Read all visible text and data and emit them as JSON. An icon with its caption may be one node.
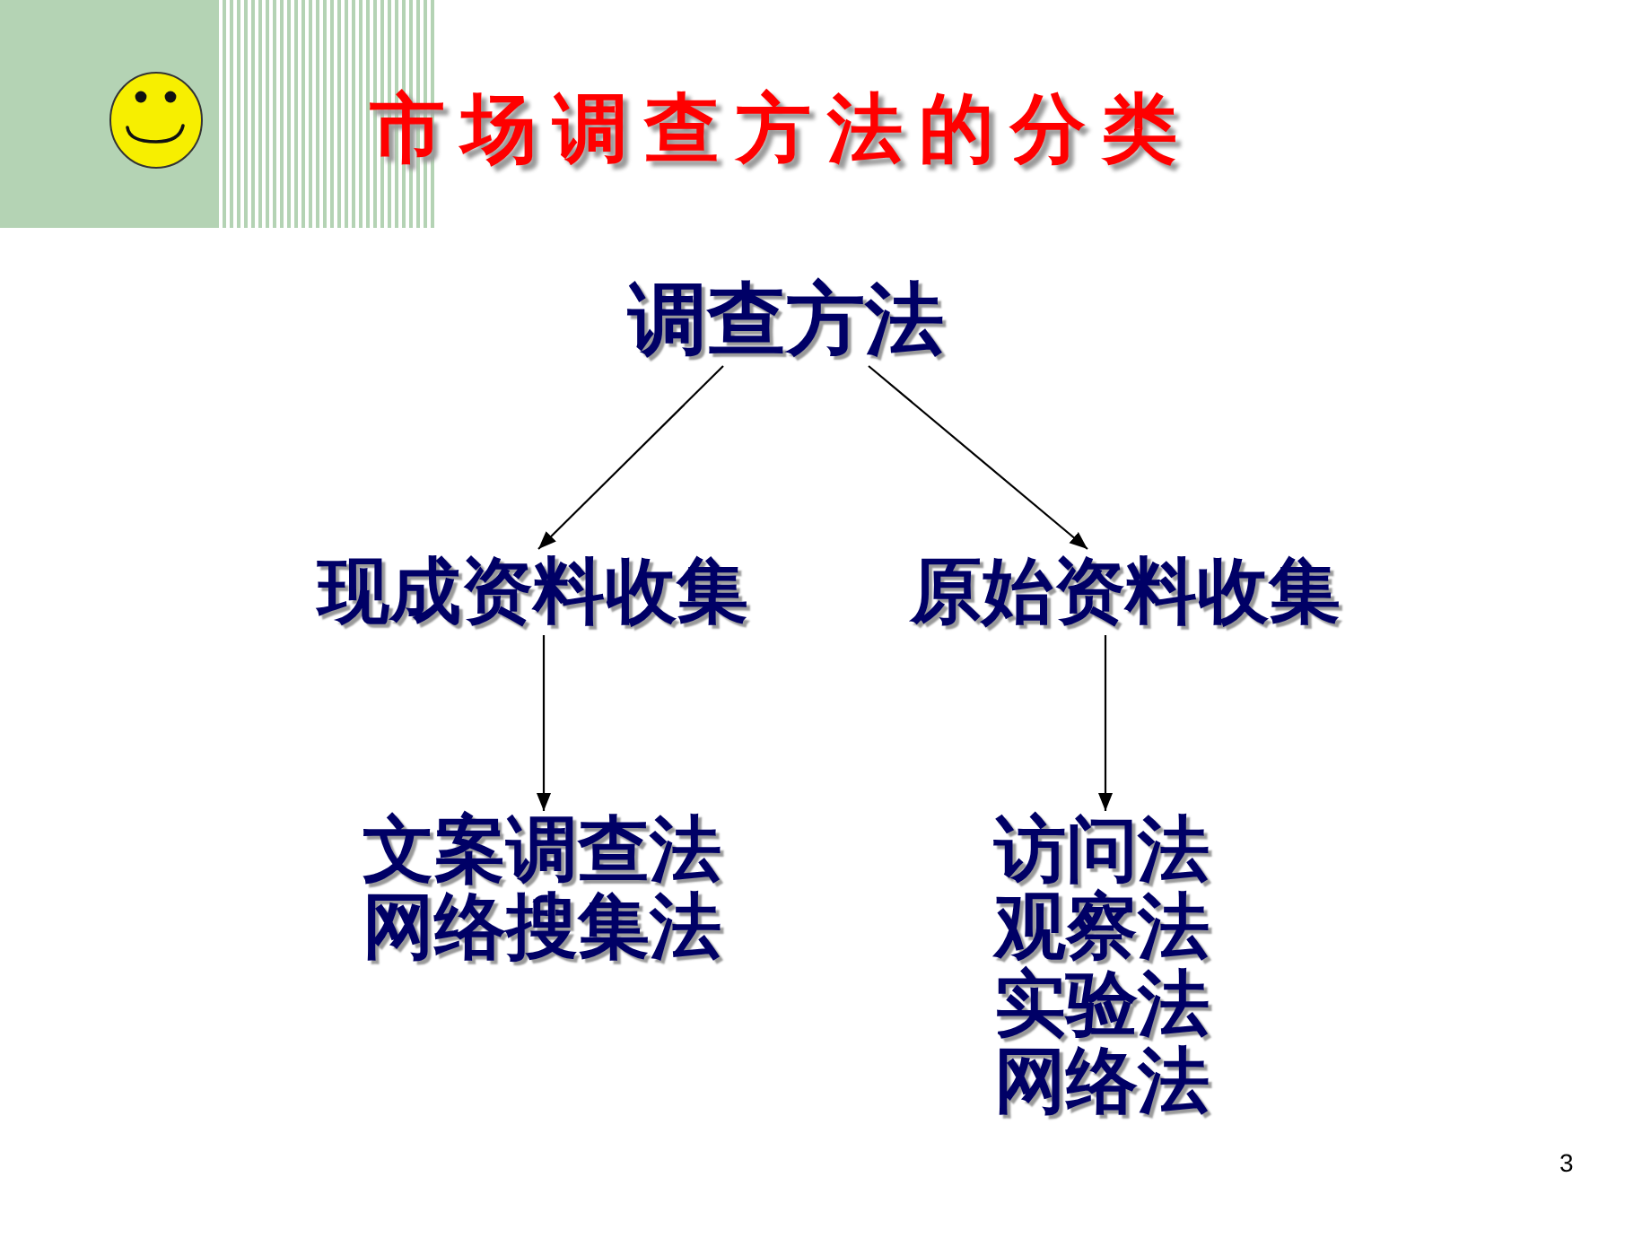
{
  "diagram": {
    "title": "市场调查方法的分类",
    "nodes": [
      {
        "text": [
          "调查方法"
        ]
      },
      {
        "text": [
          "现成资料收集"
        ]
      },
      {
        "text": [
          "原始资料收集"
        ]
      },
      {
        "text": [
          "文案调查法",
          "网络搜集法"
        ]
      },
      {
        "text": [
          "访问法",
          "观察法",
          "实验法",
          "网络法"
        ]
      }
    ],
    "edges": [
      {
        "from": 0,
        "to": 1,
        "arrow": "to"
      },
      {
        "from": 0,
        "to": 2,
        "arrow": "to"
      },
      {
        "from": 1,
        "to": 3,
        "arrow": "to"
      },
      {
        "from": 2,
        "to": 4,
        "arrow": "to"
      }
    ],
    "labels": [
      "3"
    ]
  }
}
